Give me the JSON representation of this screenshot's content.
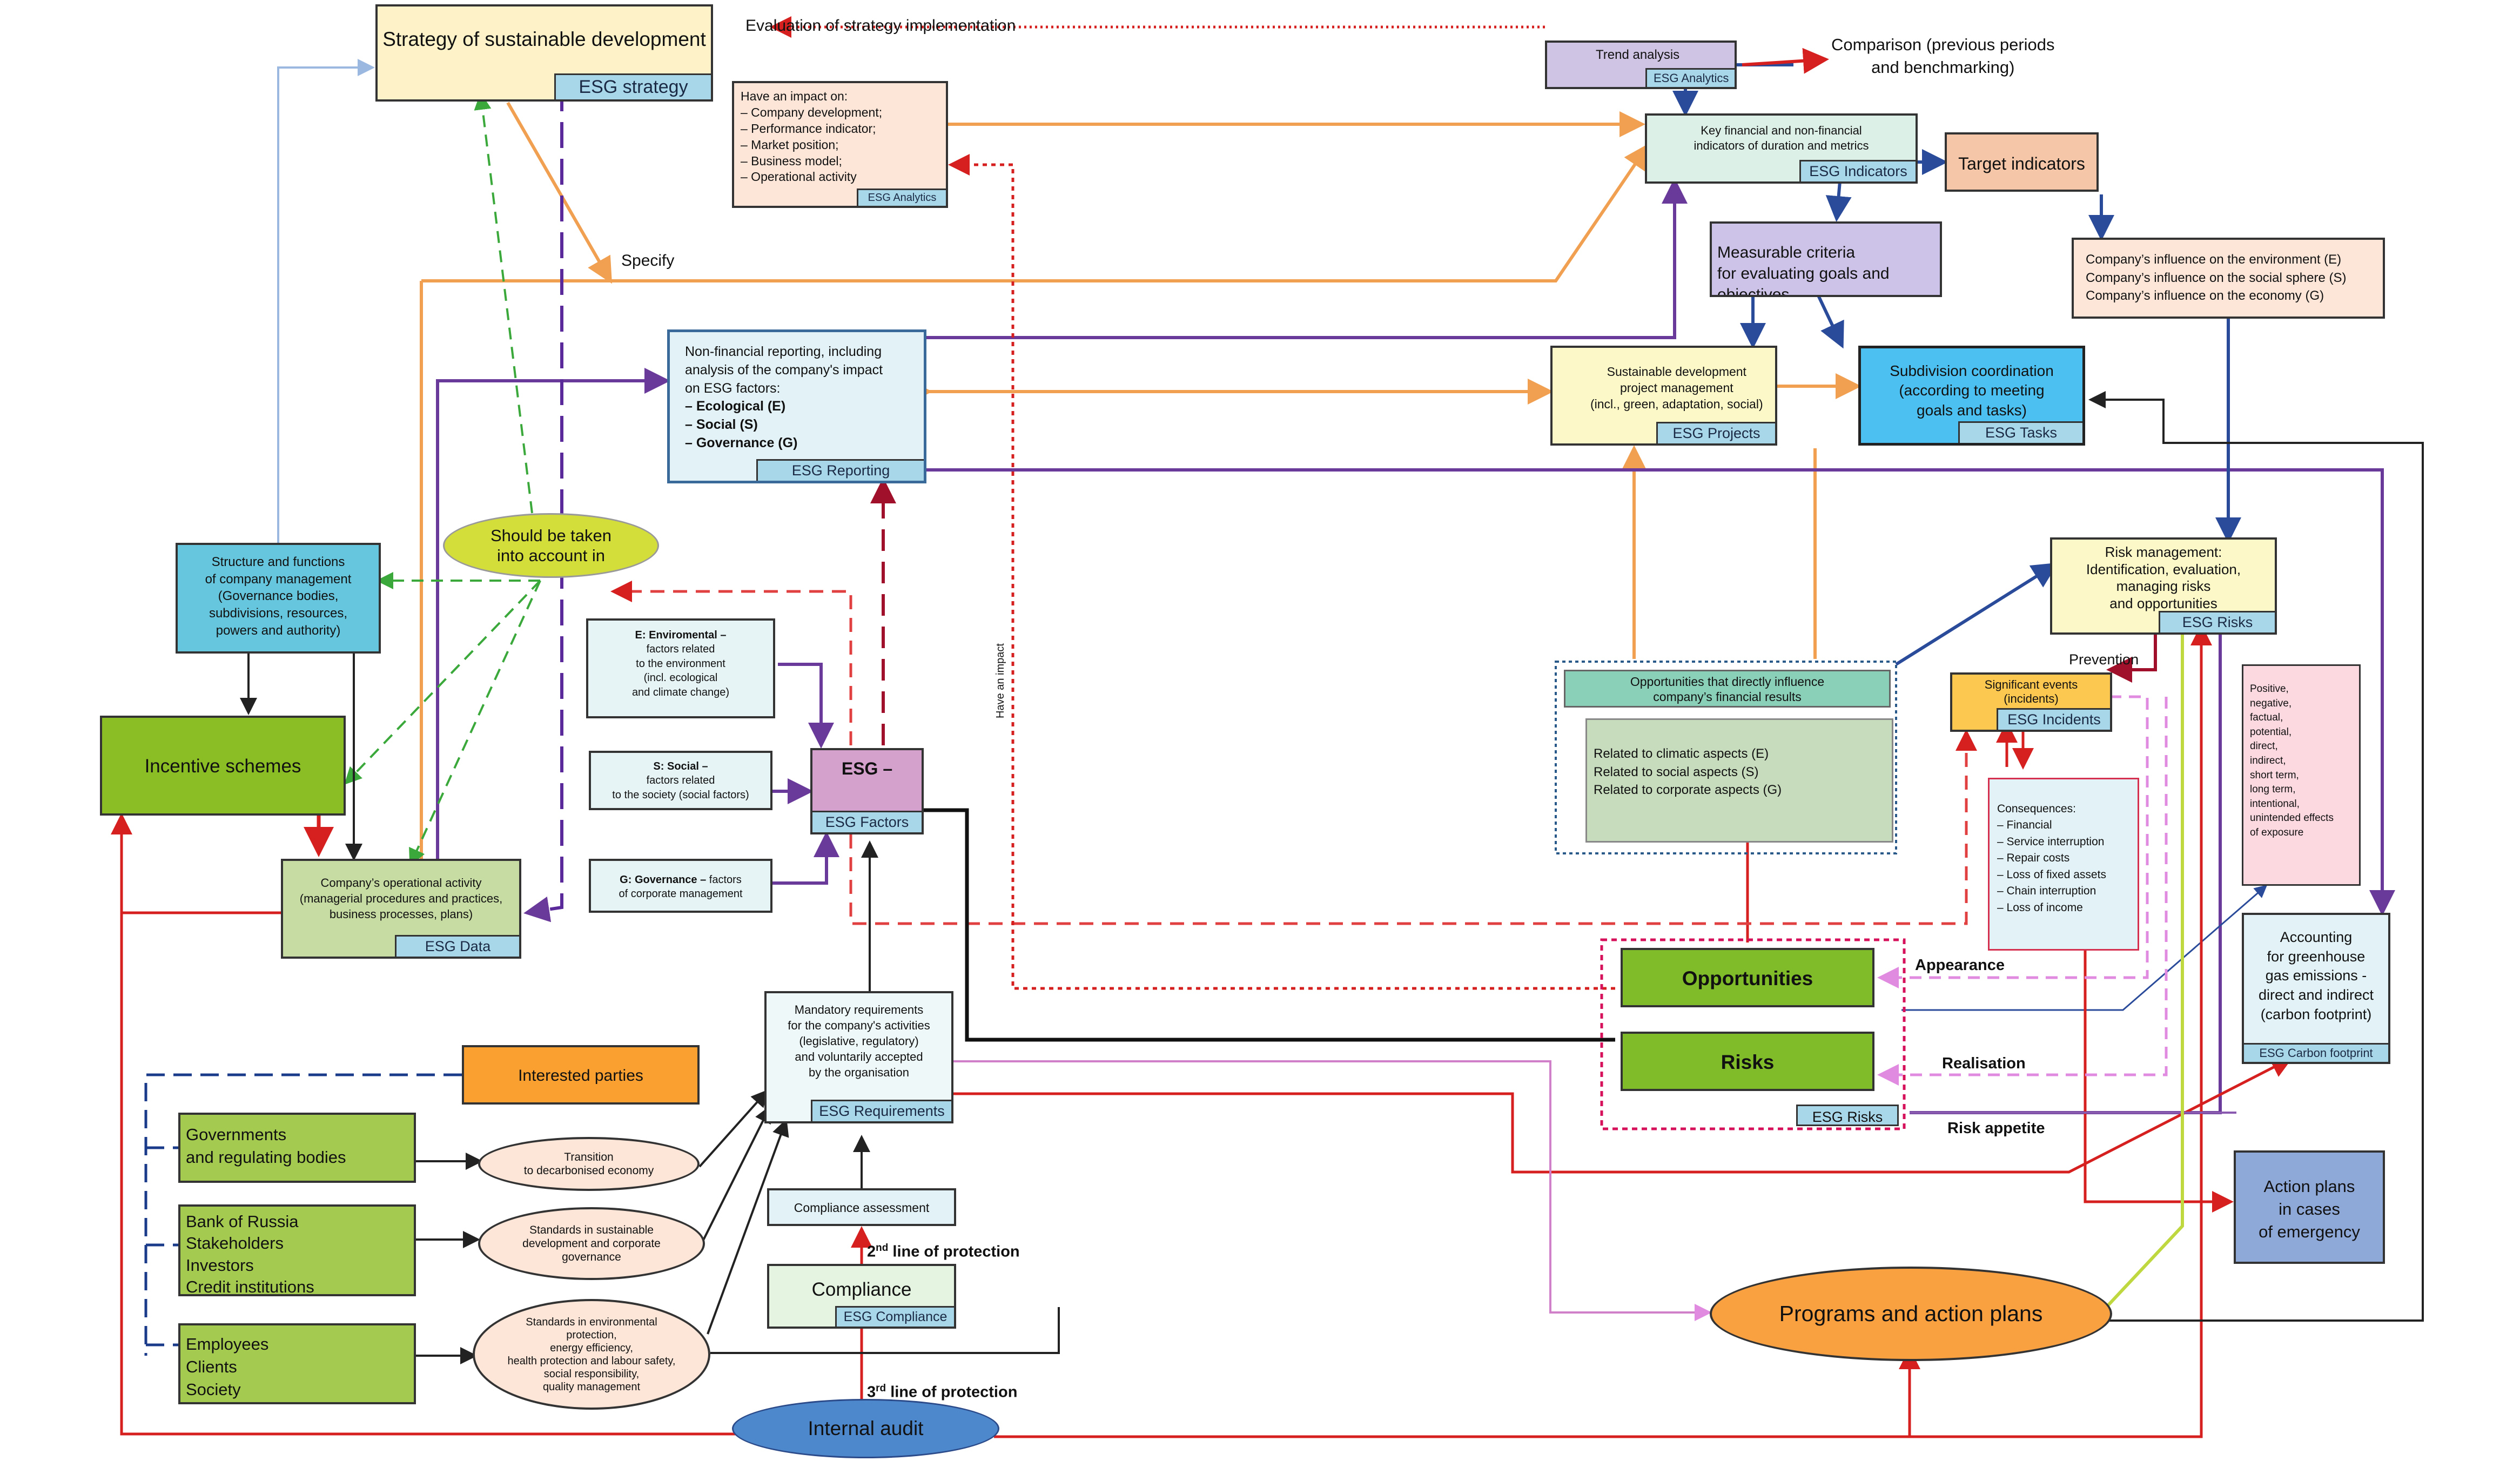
{
  "nodes": {
    "strategy": {
      "title": "Strategy of sustainable development",
      "tag": "ESG strategy"
    },
    "impact": {
      "title": "Have an impact on:",
      "items": [
        "– Company development;",
        "– Performance indicator;",
        "– Market position;",
        "– Business model;",
        "– Operational activity"
      ],
      "tag": "ESG Analytics"
    },
    "trend": {
      "title": "Trend analysis",
      "tag": "ESG Analytics"
    },
    "comparison": {
      "lines": [
        "Comparison (previous periods",
        "and benchmarking)"
      ]
    },
    "kfi": {
      "lines": [
        "Key financial and non-financial",
        "indicators of duration and metrics"
      ],
      "tag": "ESG Indicators"
    },
    "target": {
      "title": "Target indicators"
    },
    "measurable": {
      "lines": [
        "Measurable criteria",
        "for evaluating goals and objectives"
      ]
    },
    "influence": {
      "lines": [
        "Company’s influence on the environment (E)",
        "Company’s influence on the social sphere (S)",
        "Company’s influence on the economy (G)"
      ]
    },
    "reporting": {
      "lines": [
        "Non-financial reporting, including",
        "analysis of the company's impact",
        "on ESG factors:"
      ],
      "bold": [
        "– Ecological (E)",
        "– Social (S)",
        "– Governance (G)"
      ],
      "tag": "ESG Reporting"
    },
    "projects": {
      "lines": [
        "Sustainable development",
        "project management",
        "(incl., green, adaptation, social)"
      ],
      "tag": "ESG Projects"
    },
    "subdivision": {
      "lines": [
        "Subdivision coordination",
        "(according to meeting",
        "goals and tasks)"
      ],
      "tag": "ESG Tasks"
    },
    "structure": {
      "lines": [
        "Structure and functions",
        "of company management",
        "(Governance bodies,",
        "subdivisions, resources,",
        "powers and authority)"
      ]
    },
    "shouldbe": {
      "lines": [
        "Should be taken",
        "into account in"
      ]
    },
    "incentive": {
      "title": "Incentive schemes"
    },
    "operational": {
      "lines": [
        "Company’s operational activity",
        "(managerial procedures and practices,",
        "business processes, plans)"
      ],
      "tag": "ESG Data"
    },
    "env": {
      "bold": "E: Enviromental –",
      "lines": [
        "factors related",
        "to the environment",
        "(incl. ecological",
        "and climate change)"
      ]
    },
    "soc": {
      "bold": "S: Social –",
      "lines": [
        "factors related",
        "to the society (social factors)"
      ]
    },
    "gov": {
      "bold": "G: Governance –",
      "rest": " factors",
      "lines": [
        "of corporate management"
      ]
    },
    "esg": {
      "title": "ESG –",
      "tag": "ESG Factors"
    },
    "opps_direct": {
      "header": [
        "Opportunities that directly influence",
        "company’s financial results"
      ],
      "lines": [
        "Related to climatic aspects (E)",
        "Related to social aspects (S)",
        "Related to corporate aspects (G)"
      ]
    },
    "riskmgmt": {
      "lines": [
        "Risk management:",
        "Identification, evaluation,",
        "managing risks",
        "and opportunities"
      ],
      "tag": "ESG Risks"
    },
    "incidents": {
      "lines": [
        "Significant events",
        "(incidents)"
      ],
      "tag": "ESG Incidents"
    },
    "consequences": {
      "title": "Consequences:",
      "items": [
        "– Financial",
        "– Service interruption",
        "– Repair costs",
        "– Loss of fixed assets",
        "– Chain interruption",
        "– Loss of income"
      ]
    },
    "effects": {
      "items": [
        "Positive,",
        "negative,",
        "factual,",
        "potential,",
        "direct,",
        "indirect,",
        "short term,",
        "long term,",
        "intentional,",
        "unintended effects",
        "of exposure"
      ]
    },
    "carbon": {
      "lines": [
        "Accounting",
        "for greenhouse",
        "gas emissions -",
        "direct and indirect",
        "(carbon footprint)"
      ],
      "tag": "ESG Carbon footprint"
    },
    "opportunities": {
      "title": "Opportunities"
    },
    "risks": {
      "title": "Risks",
      "tag": "ESG Risks"
    },
    "mandatory": {
      "lines": [
        "Mandatory requirements",
        "for the company's activities",
        "(legislative, regulatory)",
        "and voluntarily accepted",
        "by the organisation"
      ],
      "tag": "ESG Requirements"
    },
    "interested": {
      "title": "Interested parties"
    },
    "governments": {
      "lines": [
        "Governments",
        "and regulating bodies"
      ]
    },
    "bank": {
      "lines": [
        "Bank of Russia",
        "Stakeholders",
        "Investors",
        "Credit institutions"
      ]
    },
    "employees": {
      "lines": [
        "Employees",
        "Clients",
        "Society"
      ]
    },
    "transition": {
      "lines": [
        "Transition",
        "to decarbonised economy"
      ]
    },
    "standards_sus": {
      "lines": [
        "Standards in sustainable",
        "development and corporate",
        "governance"
      ]
    },
    "standards_env": {
      "lines": [
        "Standards in environmental",
        "protection,",
        "energy efficiency,",
        "health protection and labour safety,",
        "social responsibility,",
        "quality management"
      ]
    },
    "compliance_assess": {
      "title": "Compliance assessment"
    },
    "compliance": {
      "title": "Compliance",
      "tag": "ESG Compliance"
    },
    "internal_audit": {
      "title": "Internal audit"
    },
    "action_plans": {
      "lines": [
        "Action plans",
        "in cases",
        "of emergency"
      ]
    },
    "programs": {
      "title": "Programs and action plans"
    }
  },
  "labels": {
    "evaluation": "Evaluation of strategy implementation",
    "specify": "Specify",
    "have_impact": "Have an impact",
    "prevention": "Prevention",
    "appearance": "Appearance",
    "realisation": "Realisation",
    "risk_appetite": "Risk appetite",
    "line2_num": "2",
    "line2_sup": "nd",
    "line2_rest": " line of protection",
    "line3_num": "3",
    "line3_sup": "rd",
    "line3_rest": " line of protection"
  },
  "colors": {
    "orange_arrow": "#f0a050",
    "purple_arrow": "#6a3a9a",
    "blue_arrow": "#2a4a9a",
    "red_arrow": "#d62020",
    "dark_red": "#a0102a",
    "green_dash": "#3aa83a",
    "pink_dash": "#e08ae0",
    "incentive_green": "#8bbd24",
    "opportunities_green": "#80bb2a"
  }
}
